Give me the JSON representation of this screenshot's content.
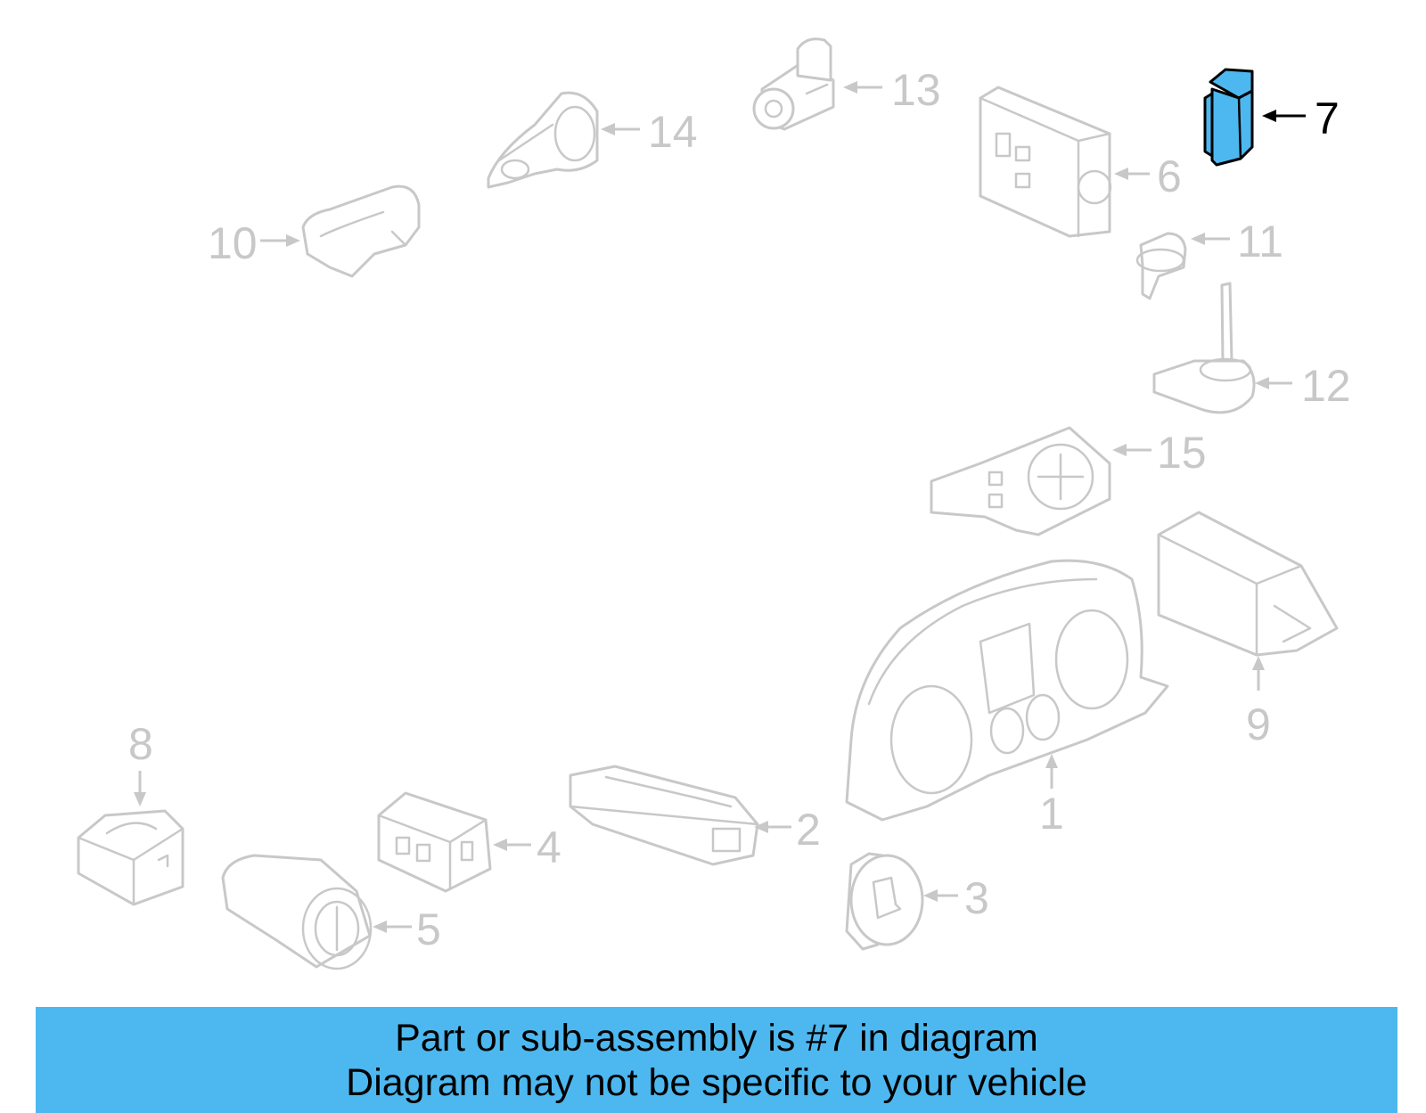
{
  "diagram": {
    "highlighted_part": "7",
    "highlight_color": "#4db8f0",
    "callouts": [
      "1",
      "2",
      "3",
      "4",
      "5",
      "6",
      "7",
      "8",
      "9",
      "10",
      "11",
      "12",
      "13",
      "14",
      "15"
    ]
  },
  "banner": {
    "line1": "Part or sub-assembly is #7 in diagram",
    "line2": "Diagram may not be specific to your vehicle",
    "background": "#4db8f0"
  }
}
